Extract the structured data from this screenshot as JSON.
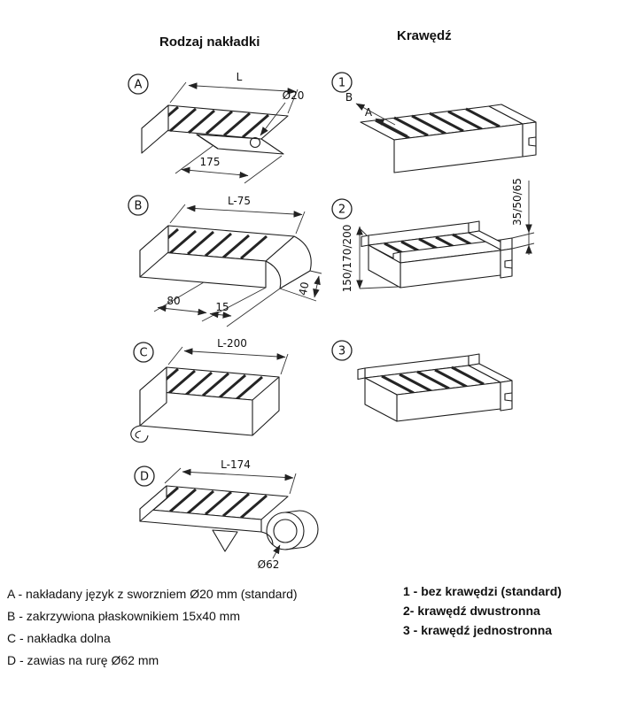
{
  "headers": {
    "overlay_type": "Rodzaj nakładki",
    "edge": "Krawędź"
  },
  "markers": {
    "a": "A",
    "b": "B",
    "c": "C",
    "d": "D",
    "n1": "1",
    "n2": "2",
    "n3": "3"
  },
  "dims": {
    "a_length": "L",
    "a_pin": "Ø20",
    "a_tongue": "175",
    "b_length": "L-75",
    "b_80": "80",
    "b_15": "15",
    "b_40": "40",
    "c_length": "L-200",
    "d_length": "L-174",
    "d_tube": "Ø62",
    "e1_b": "B",
    "e1_a": "A",
    "e2_height": "150/170/200",
    "e2_edge": "35/50/65"
  },
  "legend_overlays": [
    "A - nakładany język z sworzniem Ø20 mm (standard)",
    "B - zakrzywiona płaskownikiem 15x40 mm",
    "C - nakładka dolna",
    "D - zawias na rurę Ø62 mm"
  ],
  "legend_edges": [
    "1 - bez krawędzi (standard)",
    "2- krawędź dwustronna",
    "3 - krawędź jednostronna"
  ]
}
